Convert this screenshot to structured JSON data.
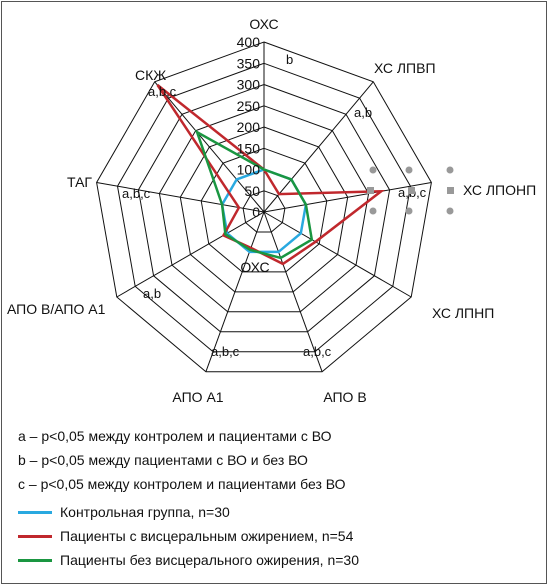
{
  "chart_data": {
    "type": "radar",
    "axes": [
      "ОХС",
      "ХС ЛПВП",
      "ХС ЛПОНП",
      "ХС ЛПНП",
      "АПО В",
      "АПО А1",
      "АПО В/АПО А1",
      "ТАГ",
      "СКЖ"
    ],
    "center_label": "ОХС",
    "ticks": [
      0,
      50,
      100,
      150,
      200,
      250,
      300,
      350,
      400
    ],
    "rlim": [
      0,
      400
    ],
    "significance": [
      "b",
      "a,b",
      "a,b,c",
      "",
      "a,b,c",
      "a,b,c",
      "a,b",
      "a,b,c",
      "a,b,c"
    ],
    "series": [
      {
        "name": "Контрольная группа, n=30",
        "color": "#29a9e0",
        "values": [
          100,
          100,
          100,
          100,
          100,
          100,
          100,
          100,
          100
        ]
      },
      {
        "name": "Пациенты с висцеральным ожирением, n=54",
        "color": "#c0282d",
        "values": [
          100,
          55,
          280,
          140,
          130,
          90,
          110,
          60,
          390
        ]
      },
      {
        "name": "Пациенты без висцерального ожирения, n=30",
        "color": "#1a9641",
        "values": [
          100,
          100,
          100,
          130,
          115,
          95,
          105,
          100,
          245
        ]
      }
    ],
    "notes": [
      "a – p<0,05 между контролем и пациентами с ВО",
      "b – p<0,05 между пациентами с ВО и без ВО",
      "c – p<0,05 между контролем и пациентами без ВО"
    ],
    "grid": true,
    "legend_position": "bottom"
  },
  "decoration": {
    "handle_color": "#999999"
  }
}
